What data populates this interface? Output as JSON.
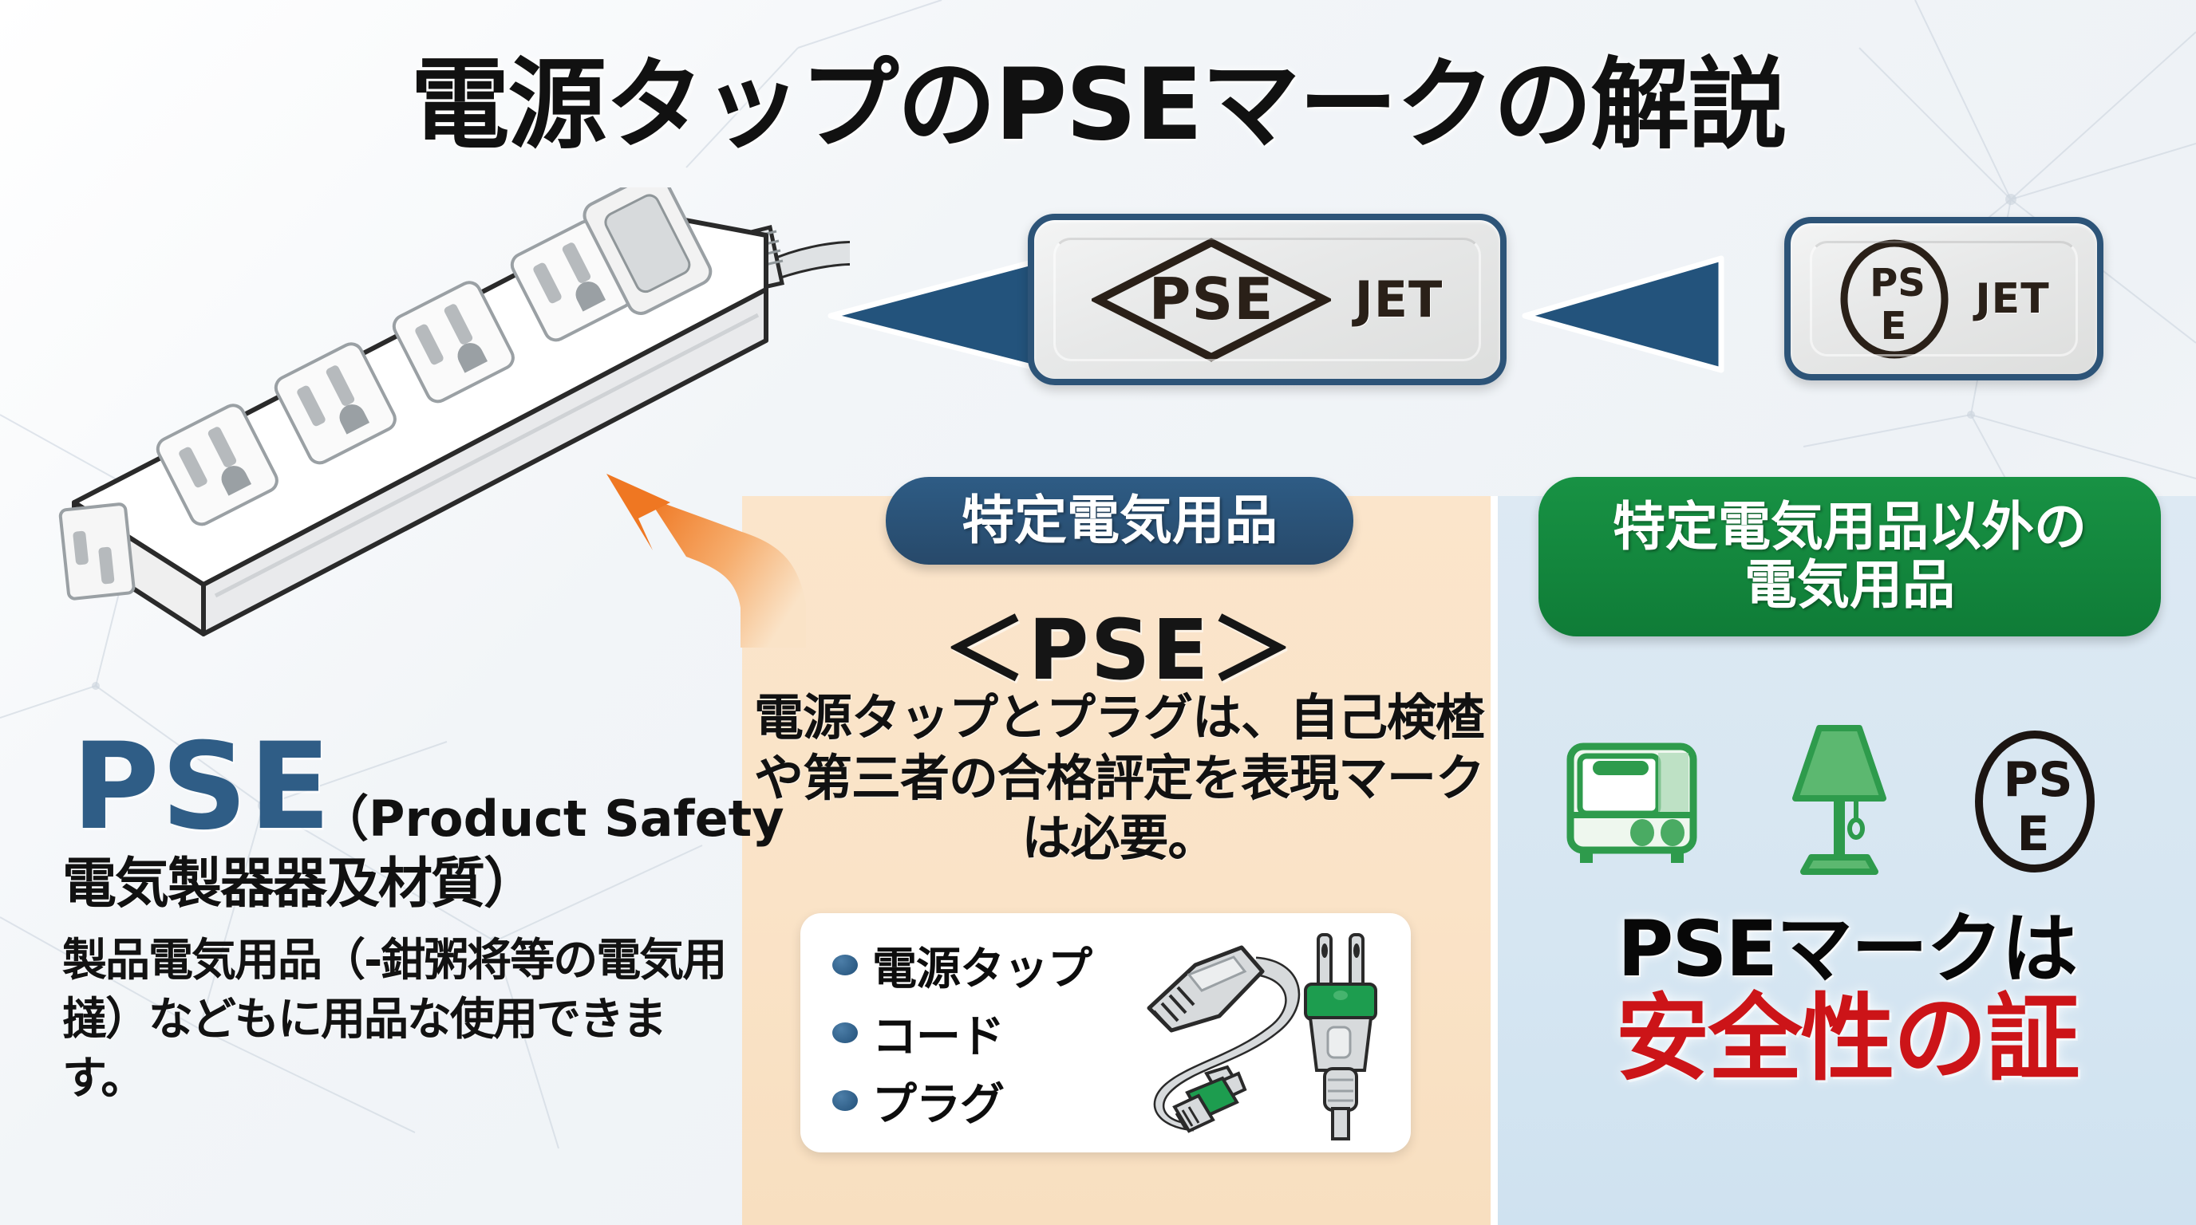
{
  "title": "電源タップのPSEマークの解説",
  "badges": [
    {
      "name": "diamond-pse-jet",
      "mark_shape": "diamond",
      "mark_text": "PSE",
      "org": "JET"
    },
    {
      "name": "circle-pse-jet",
      "mark_shape": "circle",
      "mark_text_top": "PS",
      "mark_text_bottom": "E",
      "org": "JET"
    }
  ],
  "left": {
    "acronym": "PSE",
    "paren_en": "（Product Safety",
    "subtitle": "電気製器器及材質）",
    "body": "製品電気用品（-鉗粥将等の電気用撻）などもに用品な使用できます。"
  },
  "center": {
    "pill": "特定電気用品",
    "mark": "＜PSE＞",
    "body": "電源タップとプラグは、自己検楂や第三者の合格評定を表現マークは必要。",
    "bullets": [
      "電源タップ",
      "コード",
      "プラグ"
    ],
    "illustration": "power-plug-cord-illustration"
  },
  "right": {
    "pill_line1": "特定電気用品以外の",
    "pill_line2": "電気用品",
    "icons": [
      "toaster-oven-icon",
      "table-lamp-icon",
      "circle-pse-mark-icon"
    ],
    "circle_mark_top": "PS",
    "circle_mark_bottom": "E",
    "slogan_line1": "PSEマークは",
    "slogan_line2": "安全性の証"
  },
  "arrows": [
    {
      "name": "blue-arrow-to-powerstrip",
      "direction": "left",
      "color": "#23537c"
    },
    {
      "name": "blue-arrow-between-badges",
      "direction": "left",
      "color": "#23537c"
    },
    {
      "name": "orange-arrow-to-powerstrip",
      "direction": "up-left",
      "color": "#ef7722"
    }
  ],
  "colors": {
    "brand_blue": "#2f5d86",
    "pill_blue": "#27496a",
    "green": "#0f7c37",
    "red": "#cc1418",
    "orange": "#ef7722",
    "beige_panel": "#fae3c7",
    "blue_panel": "#d6e6f2"
  },
  "illustration": {
    "name": "power-strip-illustration",
    "sockets": 4,
    "has_switch": true,
    "has_cord": true
  }
}
